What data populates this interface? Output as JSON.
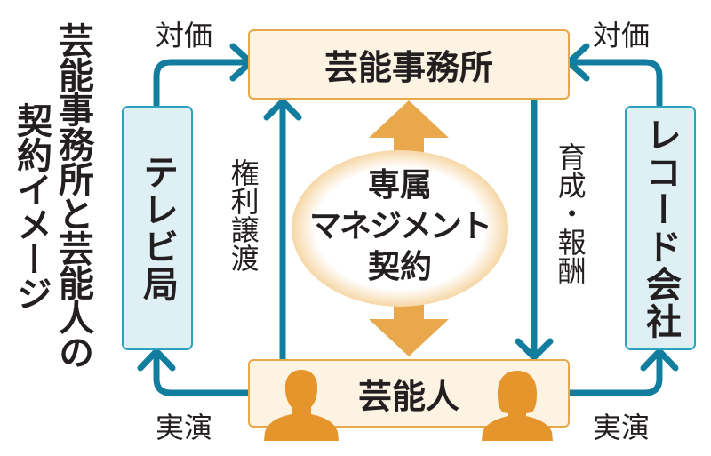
{
  "title": {
    "line1": "芸能事務所と芸能人の",
    "line2": "契約イメージ"
  },
  "nodes": {
    "agency": "芸能事務所",
    "talent": "芸能人",
    "tv_station": "テレビ局",
    "record_company": "レコード会社",
    "contract": {
      "line1": "専属",
      "line2": "マネジメント",
      "line3": "契約"
    }
  },
  "flows": {
    "tv_to_agency": "対価",
    "record_to_agency": "対価",
    "talent_to_tv": "実演",
    "talent_to_record": "実演",
    "talent_to_agency": "権利譲渡",
    "agency_to_talent": "育成・報酬"
  },
  "colors": {
    "flow_arrow": "#127d9e",
    "contract_arrow": "#e9a84c",
    "org_fill": "#fdf3e3",
    "org_border": "#e8a84a",
    "side_fill": "#dff0f5",
    "side_border": "#2ba3bd",
    "person": "#e6952d"
  }
}
